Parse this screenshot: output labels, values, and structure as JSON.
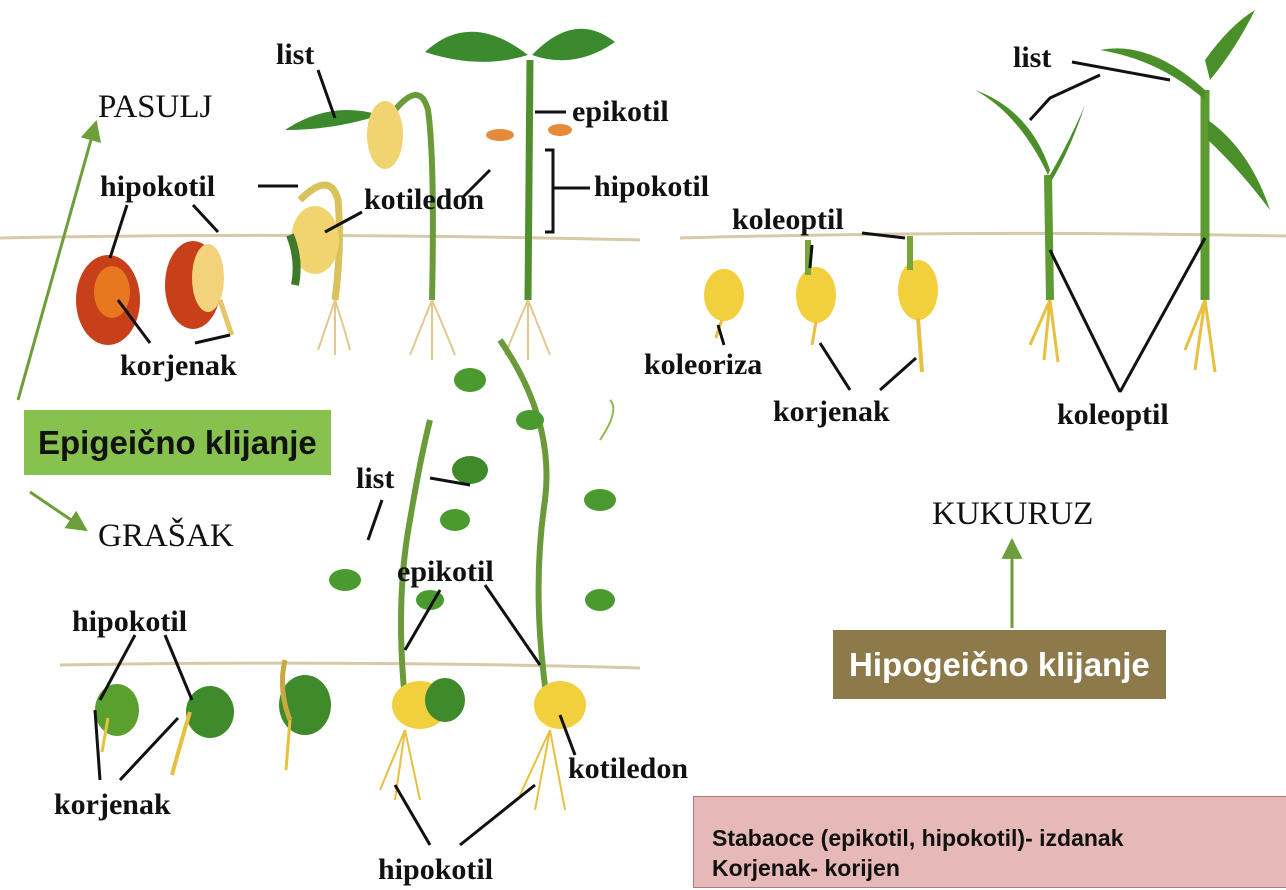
{
  "plants": {
    "pasulj": "PASULJ",
    "grasak": "GRAŠAK",
    "kukuruz": "KUKURUZ"
  },
  "labels": {
    "bean_list": "list",
    "bean_epikotil": "epikotil",
    "bean_hipokotil_left": "hipokotil",
    "bean_hipokotil_right": "hipokotil",
    "bean_kotiledon": "kotiledon",
    "bean_korjenak": "korjenak",
    "corn_list": "list",
    "corn_koleoptil_top": "koleoptil",
    "corn_koleoriza": "koleoriza",
    "corn_korjenak": "korjenak",
    "corn_koleoptil_bottom": "koleoptil",
    "pea_list": "list",
    "pea_epikotil": "epikotil",
    "pea_hipokotil_top": "hipokotil",
    "pea_korjenak": "korjenak",
    "pea_kotiledon": "kotiledon",
    "pea_hipokotil_bottom": "hipokotil"
  },
  "callouts": {
    "epigeic": "Epigeično klijanje",
    "hypogeic": "Hipogeično klijanje",
    "note_line1": "Stabaoce (epikotil, hipokotil)- izdanak",
    "note_line2": "Korjenak- korijen"
  },
  "colors": {
    "epigeic_box": "#86c24d",
    "hypogeic_box": "#8c7a4a",
    "note_box": "#e7b8b8",
    "arrow": "#6e9e3a"
  }
}
